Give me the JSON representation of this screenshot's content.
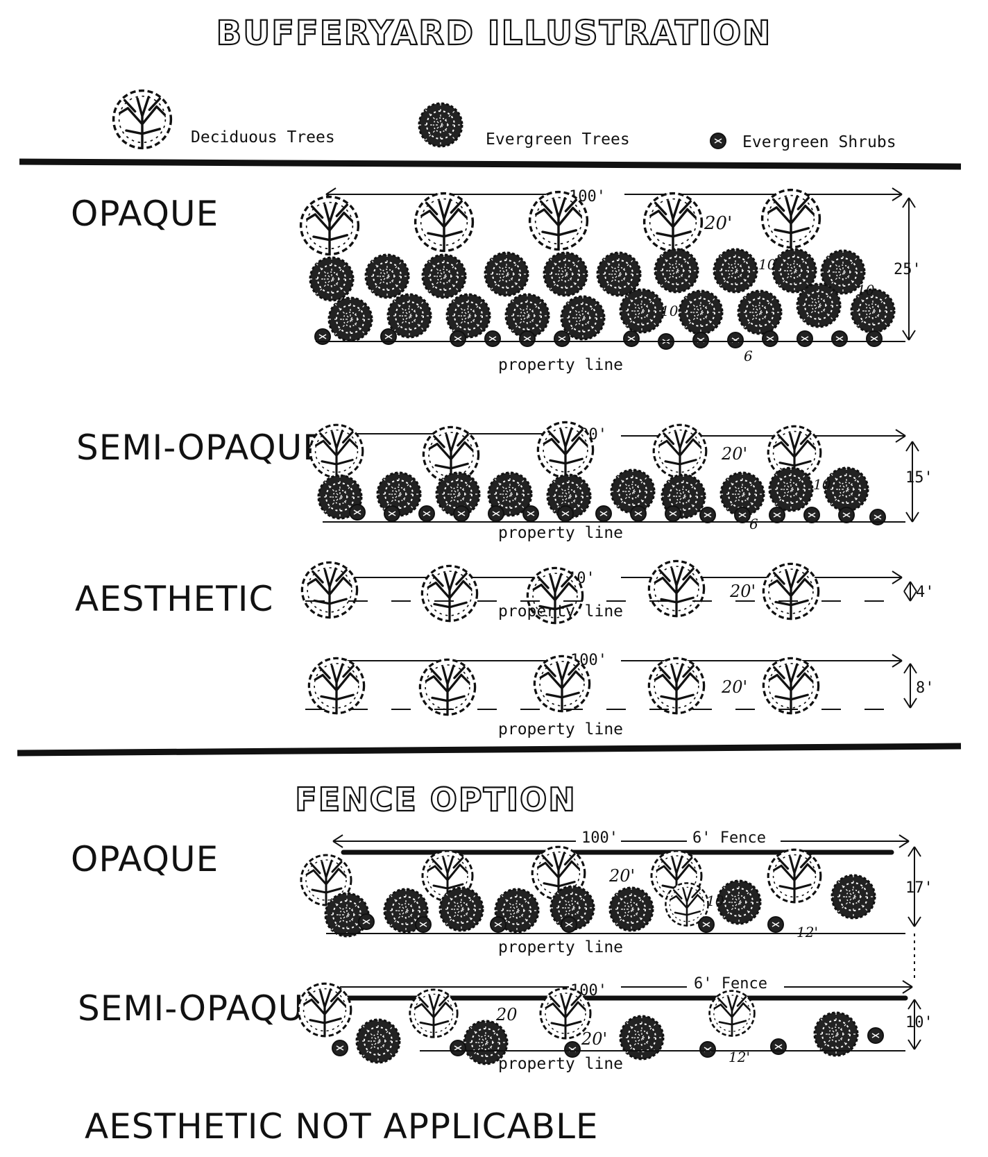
{
  "title": "BUFFERYARD ILLUSTRATION",
  "legend": {
    "deciduous": "Deciduous Trees",
    "evergreen_trees": "Evergreen Trees",
    "evergreen_shrubs": "Evergreen Shrubs"
  },
  "property_line": "property line",
  "fence_option_title": "FENCE OPTION",
  "sections": {
    "opaque": {
      "label": "OPAQUE",
      "length": "100'",
      "depth": "25'",
      "spacing_20": "20'",
      "spacing_10a": "10",
      "spacing_10b": "10",
      "spacing_10c": "10",
      "shrub_spacing": "6"
    },
    "semi_opaque": {
      "label": "SEMI-OPAQUE",
      "length": "100'",
      "depth": "15'",
      "spacing_20": "20'",
      "spacing_10": "10",
      "shrub_spacing": "6"
    },
    "aesthetic": {
      "label": "AESTHETIC",
      "length": "10'",
      "depth": "4'",
      "spacing_20": "20'"
    },
    "aesthetic_alt": {
      "length": "100'",
      "depth": "8'",
      "spacing_20": "20'"
    },
    "fence_opaque": {
      "label": "OPAQUE",
      "length": "100'",
      "fence": "6' Fence",
      "depth": "17'",
      "spacing_20": "20'",
      "spacing_10": "10",
      "spacing_12": "12'"
    },
    "fence_semi_opaque": {
      "label": "SEMI-OPAQUE",
      "length": "100'",
      "fence": "6' Fence",
      "depth": "10'",
      "spacing_20a": "20",
      "spacing_20b": "20'",
      "spacing_12": "12'"
    }
  },
  "footer": "AESTHETIC NOT APPLICABLE",
  "icons": [
    "deciduous-tree-icon",
    "evergreen-tree-icon",
    "evergreen-shrub-icon"
  ]
}
